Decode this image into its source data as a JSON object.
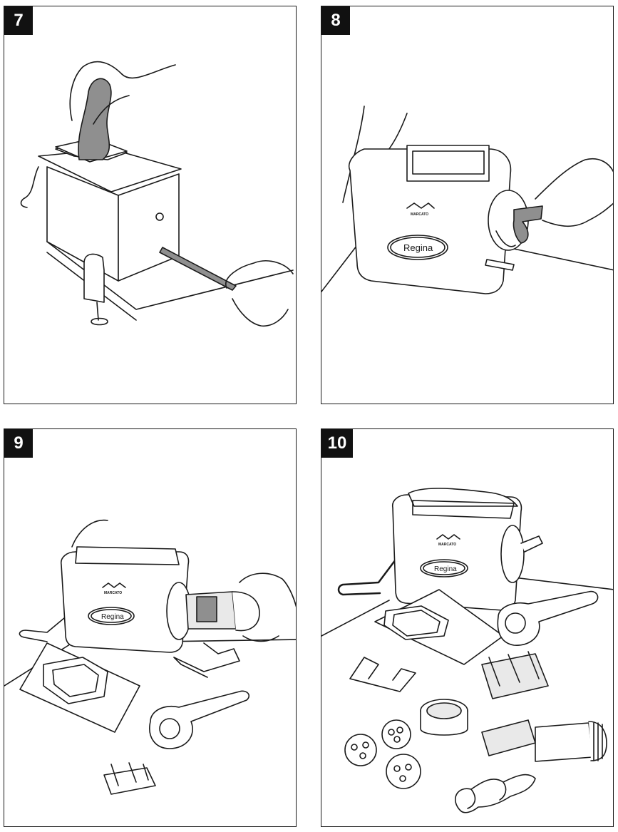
{
  "panels": [
    {
      "step": "7"
    },
    {
      "step": "8",
      "brand": "MARCATO",
      "model": "Regina"
    },
    {
      "step": "9",
      "brand": "MARCATO",
      "model": "Regina"
    },
    {
      "step": "10",
      "brand": "MARCATO",
      "model": "Regina"
    }
  ],
  "colors": {
    "line": "#1a1a1a",
    "badge": "#111111",
    "dough": "#8f8f8f",
    "fill_light": "#e9e9e9"
  }
}
